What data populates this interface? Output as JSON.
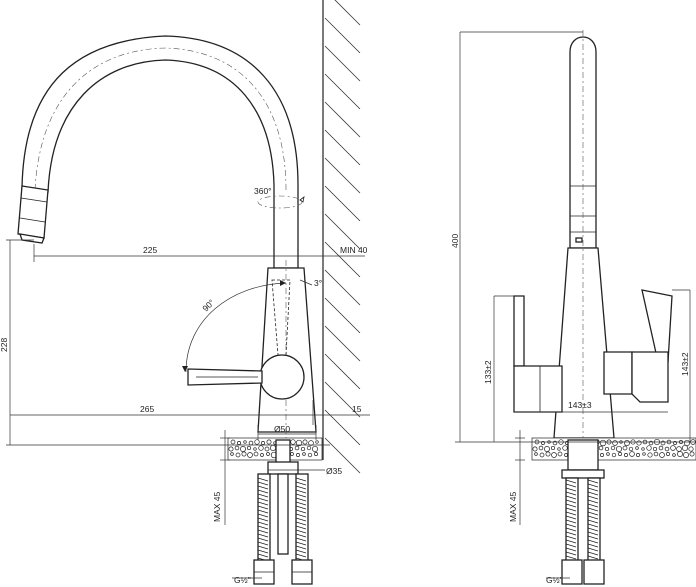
{
  "front_view": {
    "dims": {
      "reach_spout": "225",
      "min_wall": "MIN 40",
      "swivel": "360°",
      "lever_angle": "90°",
      "tilt": "3°",
      "spout_height": "228",
      "reach_base": "265",
      "wall_gap": "15",
      "base_diameter": "Ø50",
      "hole_diameter": "Ø35",
      "max_thickness": "MAX 45",
      "thread": "G½\""
    }
  },
  "side_view": {
    "dims": {
      "total_height": "400",
      "left_handle_height": "133±2",
      "right_handle_height": "143±2",
      "handle_span": "143±3",
      "max_thickness": "MAX 45",
      "thread": "G½\""
    }
  }
}
